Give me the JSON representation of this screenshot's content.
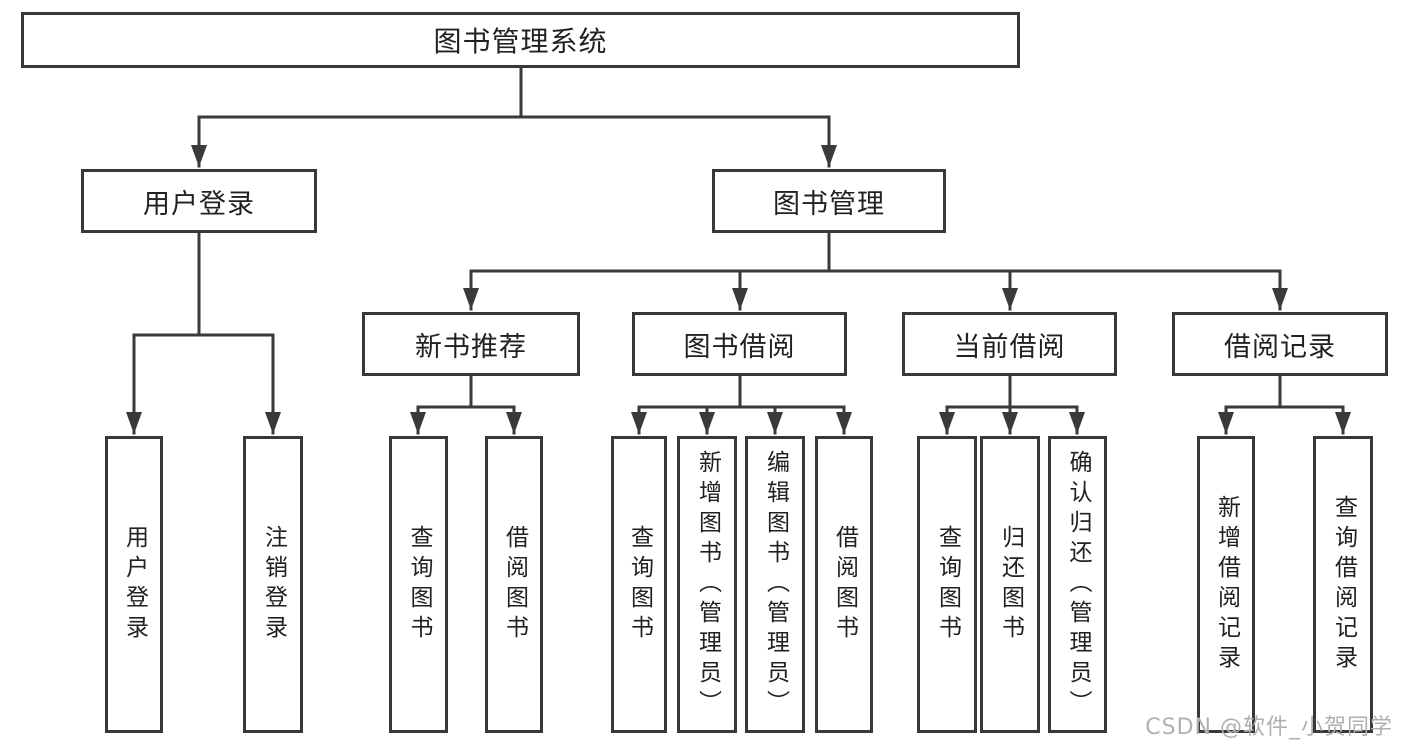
{
  "diagram": {
    "title": "图书管理系统",
    "level1": {
      "user_login": "用户登录",
      "book_mgmt": "图书管理"
    },
    "level2": {
      "new_books": "新书推荐",
      "borrowing": "图书借阅",
      "current": "当前借阅",
      "records": "借阅记录"
    },
    "leaves": {
      "user_login": "用户登录",
      "logout": "注销登录",
      "nb_query": "查询图书",
      "nb_borrow": "借阅图书",
      "bw_query": "查询图书",
      "bw_add": "新增图书（管理员）",
      "bw_edit": "编辑图书（管理员）",
      "bw_borrow": "借阅图书",
      "cur_query": "查询图书",
      "cur_return": "归还图书",
      "cur_confirm": "确认归还（管理员）",
      "rec_add": "新增借阅记录",
      "rec_query": "查询借阅记录"
    }
  },
  "watermark": "CSDN @软件_小贺同学",
  "colors": {
    "line": "#3a3a3a",
    "box_border": "#383838",
    "text": "#212121",
    "watermark": "#b0b0b0",
    "background": "#ffffff"
  }
}
